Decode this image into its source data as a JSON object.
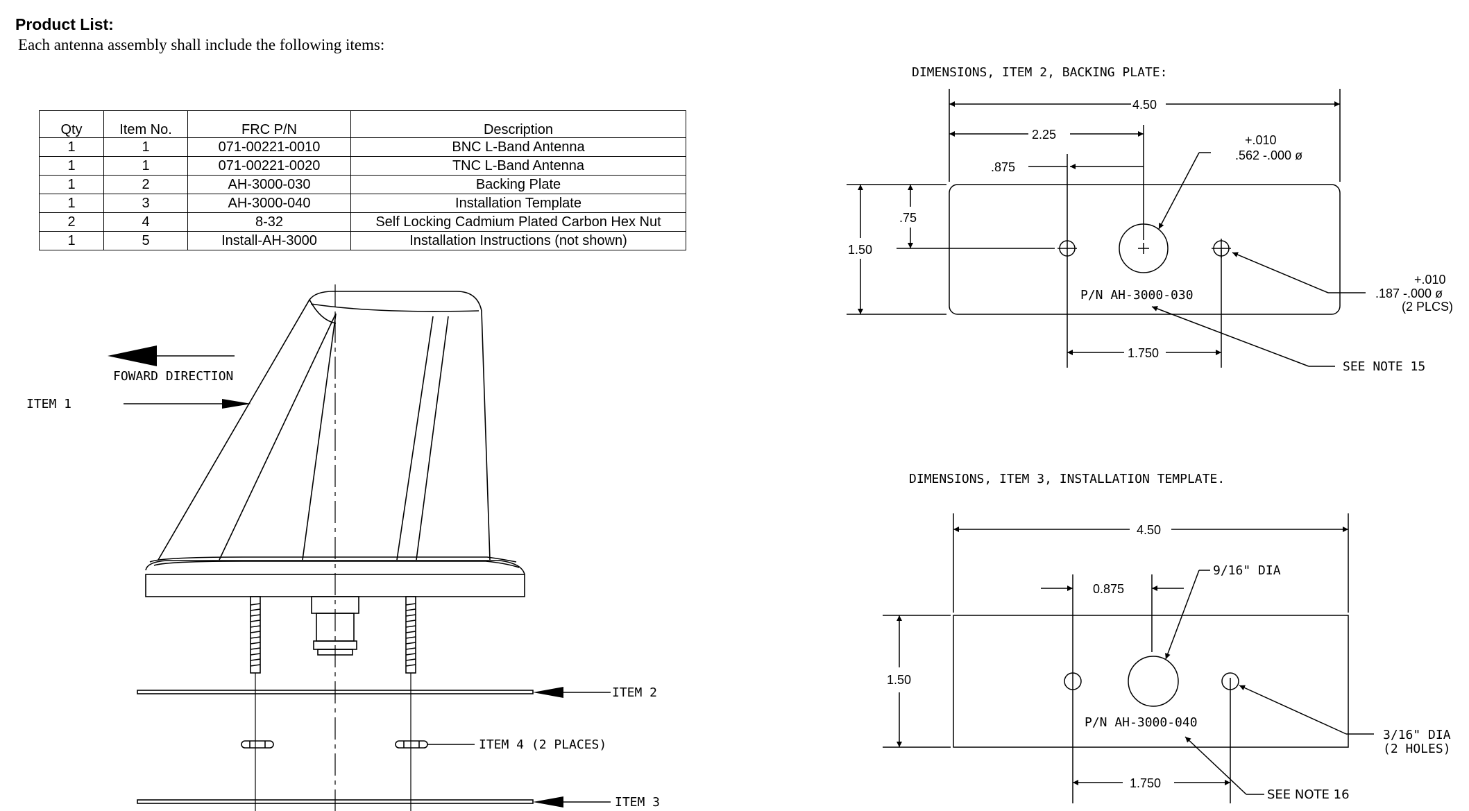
{
  "header": {
    "title": "Product List:",
    "intro": "Each antenna assembly shall include the following items:"
  },
  "product_table": {
    "columns": [
      "Qty",
      "Item No.",
      "FRC P/N",
      "Description"
    ],
    "rows": [
      [
        "1",
        "1",
        "071-00221-0010",
        "BNC L-Band Antenna"
      ],
      [
        "1",
        "1",
        "071-00221-0020",
        "TNC L-Band Antenna"
      ],
      [
        "1",
        "2",
        "AH-3000-030",
        "Backing Plate"
      ],
      [
        "1",
        "3",
        "AH-3000-040",
        "Installation Template"
      ],
      [
        "2",
        "4",
        "8-32",
        "Self Locking Cadmium Plated Carbon Hex Nut"
      ],
      [
        "1",
        "5",
        "Install-AH-3000",
        "Installation Instructions (not shown)"
      ]
    ]
  },
  "assembly": {
    "forward_direction": "FOWARD DIRECTION",
    "item1": "ITEM 1",
    "item2": "ITEM 2",
    "item3": "ITEM 3",
    "item4": "ITEM 4 (2 PLACES)"
  },
  "backing_plate": {
    "title": "DIMENSIONS, ITEM 2, BACKING PLATE:",
    "width": "4.50",
    "half_width": "2.25",
    "offset": ".875",
    "height": "1.50",
    "half_height": ".75",
    "hole_spacing": "1.750",
    "center_tol_plus": "+.010",
    "center_tol": ".562 -.000 ø",
    "side_tol_plus": "+.010",
    "side_tol": ".187 -.000 ø",
    "side_qty": "(2 PLCS)",
    "part_number": "P/N AH-3000-030",
    "note": "SEE NOTE 15"
  },
  "template": {
    "title": "DIMENSIONS, ITEM 3, INSTALLATION TEMPLATE.",
    "width": "4.50",
    "offset": "0.875",
    "height": "1.50",
    "center_dia": "9/16\" DIA",
    "hole_spacing": "1.750",
    "side_dia": "3/16\" DIA",
    "side_qty": "(2 HOLES)",
    "part_number": "P/N AH-3000-040",
    "note": "SEE NOTE 16"
  }
}
